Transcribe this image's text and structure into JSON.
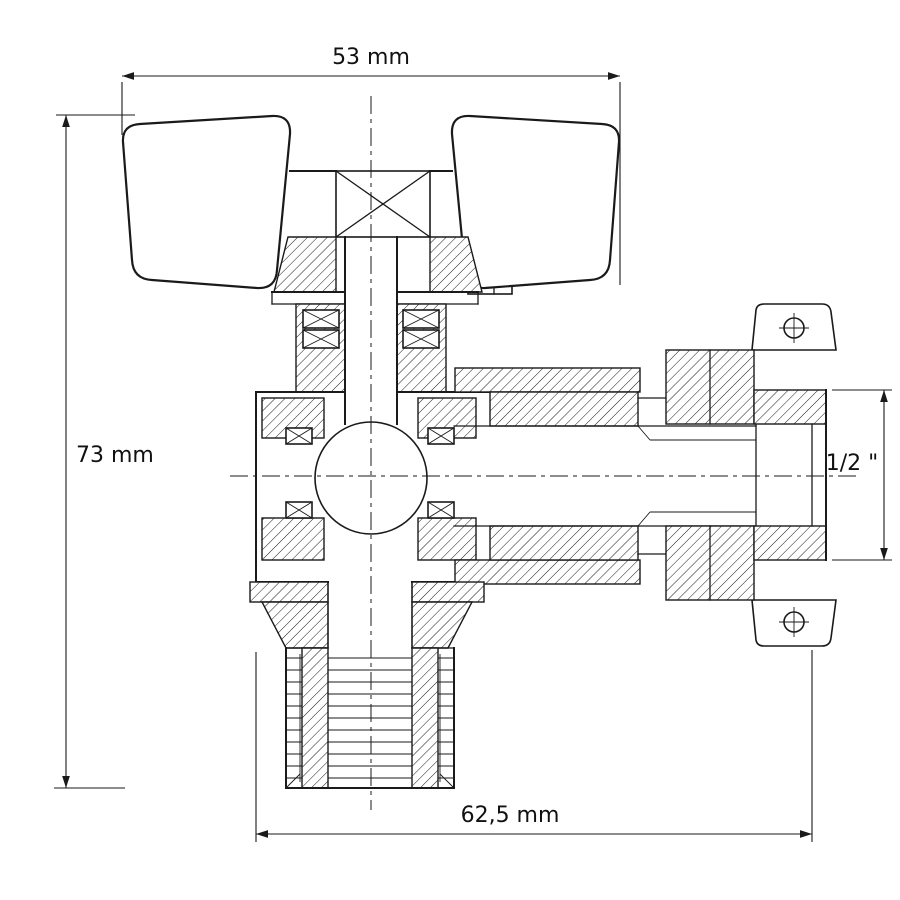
{
  "drawing": {
    "title": "angle-valve-technical-drawing",
    "dimensions": {
      "top_width": "53 mm",
      "left_height": "73 mm",
      "bottom_width": "62,5 mm",
      "right_thread": "1/2 \""
    }
  },
  "colors": {
    "line": "#1a1a1a",
    "background": "#ffffff"
  }
}
